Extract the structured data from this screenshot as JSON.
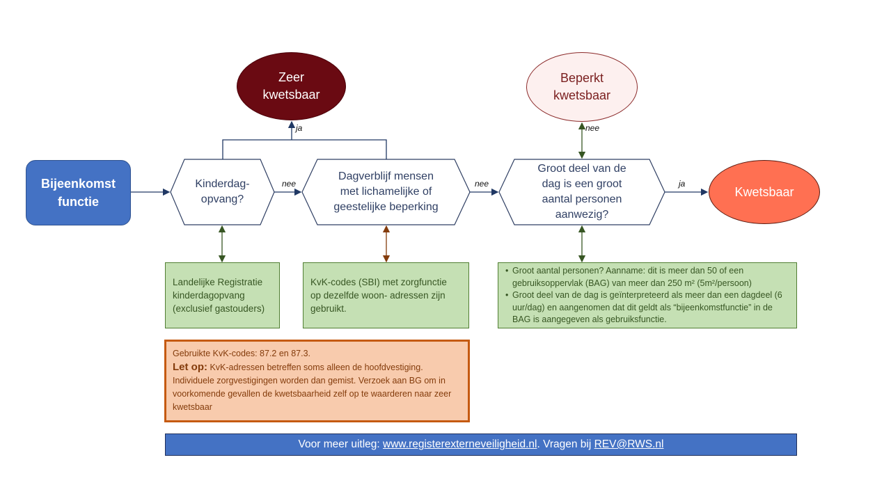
{
  "diagram": {
    "start": {
      "line1": "Bijeenkomst",
      "line2": "functie"
    },
    "decisions": [
      {
        "id": "kinderdagopvang",
        "lines": [
          "Kinderdag-",
          "opvang?"
        ]
      },
      {
        "id": "dagverblijf",
        "lines": [
          "Dagverblijf mensen",
          "met lichamelijke of",
          "geestelijke beperking"
        ]
      },
      {
        "id": "groot-deel",
        "lines": [
          "Groot deel van de",
          "dag is een groot",
          "aantal personen",
          "aanwezig?"
        ]
      }
    ],
    "outcomes": {
      "zeer": {
        "lines": [
          "Zeer",
          "kwetsbaar"
        ]
      },
      "beperkt": {
        "lines": [
          "Beperkt",
          "kwetsbaar"
        ]
      },
      "kwetsbaar": {
        "lines": [
          "Kwetsbaar"
        ]
      }
    },
    "edge_labels": {
      "ja_up": "ja",
      "nee_1": "nee",
      "nee_2": "nee",
      "nee_up": "nee",
      "ja_right": "ja"
    },
    "notes": {
      "registratie": [
        "Landelijke Registratie",
        "kinderdagopvang",
        "(exclusief gastouders)"
      ],
      "kvk": [
        "KvK-codes (SBI) met zorgfunctie",
        "op dezelfde woon-  adressen zijn",
        "gebruikt."
      ],
      "aannames": [
        "Groot aantal personen? Aanname: dit is meer dan 50 of een gebruiksoppervlak (BAG) van meer dan 250 m²  (5m²/persoon)",
        "Groot deel van de dag  is geïnterpreteerd als meer dan een dagdeel (6 uur/dag) en aangenomen dat dit geldt als “bijeenkomstfunctie” in de BAG is aangegeven als gebruiksfunctie."
      ]
    },
    "warning": {
      "codes": "Gebruikte KvK-codes: 87.2 en 87.3.",
      "letop_label": "Let op:",
      "letop_text": " KvK-adressen betreffen soms alleen de hoofdvestiging. Individuele zorgvestigingen worden dan gemist. Verzoek aan BG om in voorkomende  gevallen de kwetsbaarheid zelf op te waarderen naar zeer kwetsbaar"
    },
    "footer": {
      "prefix": "Voor meer uitleg: ",
      "link1": "www.registerexterneveiligheid.nl",
      "middle": ".  Vragen bij ",
      "link2": "REV@RWS.nl"
    },
    "colors": {
      "start_fill": "#4472c4",
      "zeer_fill": "#6a0a12",
      "beperkt_fill": "#fdf0ef",
      "kwetsbaar_fill": "#ff7052",
      "note_fill": "#c5e0b4",
      "warning_fill": "#f8cbad",
      "warning_border": "#c55a11",
      "connector_blue": "#203864",
      "connector_green": "#375623",
      "connector_brown": "#843c0c"
    }
  }
}
